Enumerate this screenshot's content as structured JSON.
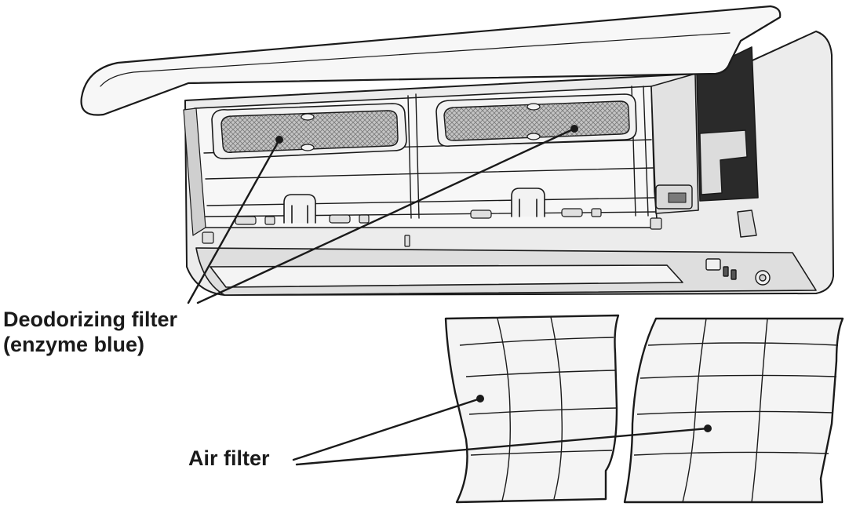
{
  "labels": {
    "deodorizing_line1": "Deodorizing filter",
    "deodorizing_line2": "(enzyme blue)",
    "air_filter": "Air filter"
  },
  "colors": {
    "outline": "#1a1a1a",
    "panel_fill": "#f4f4f4",
    "body_fill": "#e9e9e9",
    "shadow_fill": "#d2d2d2",
    "mesh_fill": "#b8b8b8",
    "dark_fill": "#2a2a2a"
  }
}
